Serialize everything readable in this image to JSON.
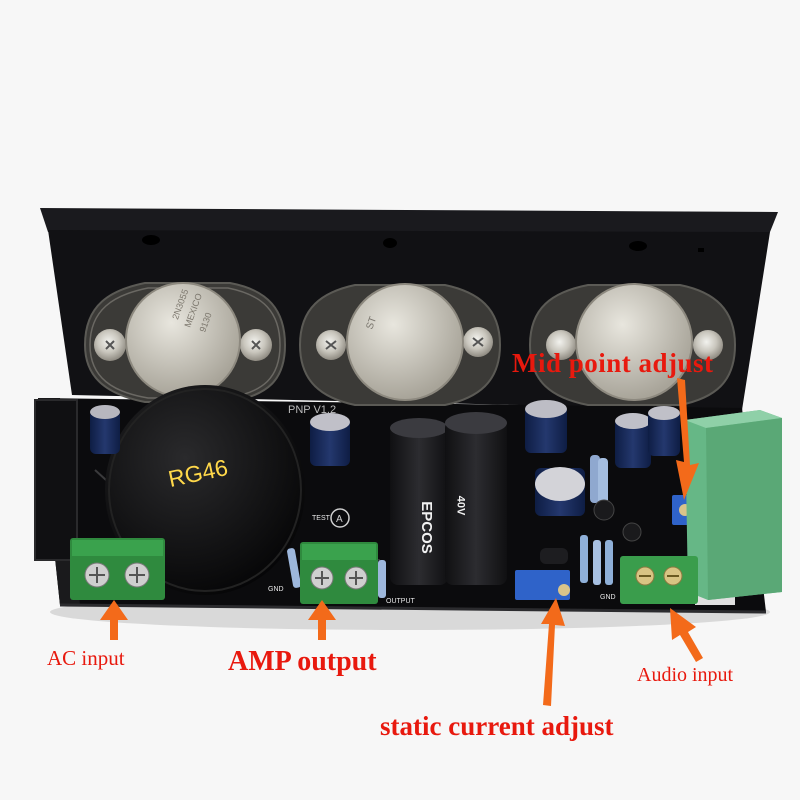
{
  "callouts": {
    "mid_point": "Mid point adjust",
    "ac_input": "AC input",
    "amp_output": "AMP output",
    "audio_input": "Audio input",
    "static_current": "static current adjust"
  },
  "board": {
    "transformer_label": "RG46",
    "pcb_text": "PNP V1.2",
    "gnd_left": "GND",
    "gnd_right": "GND",
    "output_label": "OUTPUT",
    "test_label": "TEST",
    "transistor_left": [
      "2N3055",
      "MEXICO",
      "9130"
    ],
    "cap_brand": "EPCOS",
    "cap_rating": "40V"
  },
  "colors": {
    "heatsink": "#111114",
    "pcb": "#0b0b0d",
    "terminal_green": "#2f8a3e",
    "callout_red": "#e8190e",
    "arrow_orange": "#f36a1a",
    "input_cap_green": "#5fae7a"
  }
}
